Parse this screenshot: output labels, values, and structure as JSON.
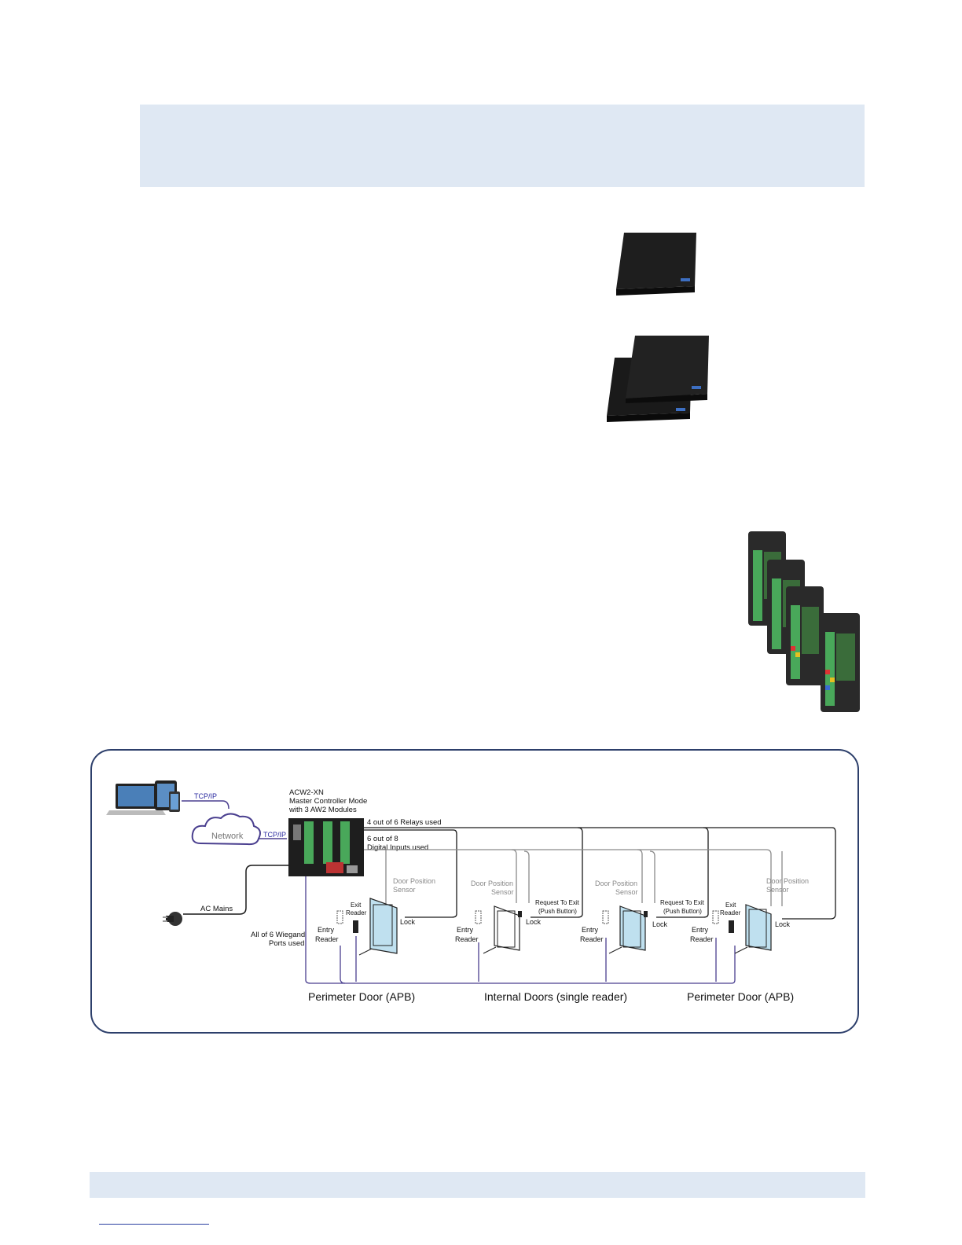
{
  "diagram": {
    "labels": {
      "tcpip_left": "TCP/IP",
      "tcpip_right": "TCP/IP",
      "network": "Network",
      "ac_mains": "AC Mains",
      "controller_line1": "ACW2-XN",
      "controller_line2": "Master Controller Mode",
      "controller_line3": "with 3 AW2 Modules",
      "relays": "4 out of 6 Relays used",
      "inputs_line1": "6 out of 8",
      "inputs_line2": "Digital Inputs used",
      "wiegand_line1": "All of 6 Wiegand",
      "wiegand_line2": "Ports used",
      "dps_line1": "Door Position",
      "dps_line2": "Sensor",
      "rte_line1": "Request To Exit",
      "rte_line2": "(Push Button)",
      "lock": "Lock",
      "exit_line1": "Exit",
      "exit_line2": "Reader",
      "entry_line1": "Entry",
      "entry_line2": "Reader",
      "caption_left": "Perimeter Door (APB)",
      "caption_center": "Internal Doors (single reader)",
      "caption_right": "Perimeter Door (APB)"
    },
    "colors": {
      "frame": "#2d3f6b",
      "wiegand_wire": "#4a3f8f",
      "relay_wire": "#1a1a1a",
      "input_wire": "#8a8a8a",
      "door_glass": "#bfe0ef"
    }
  }
}
